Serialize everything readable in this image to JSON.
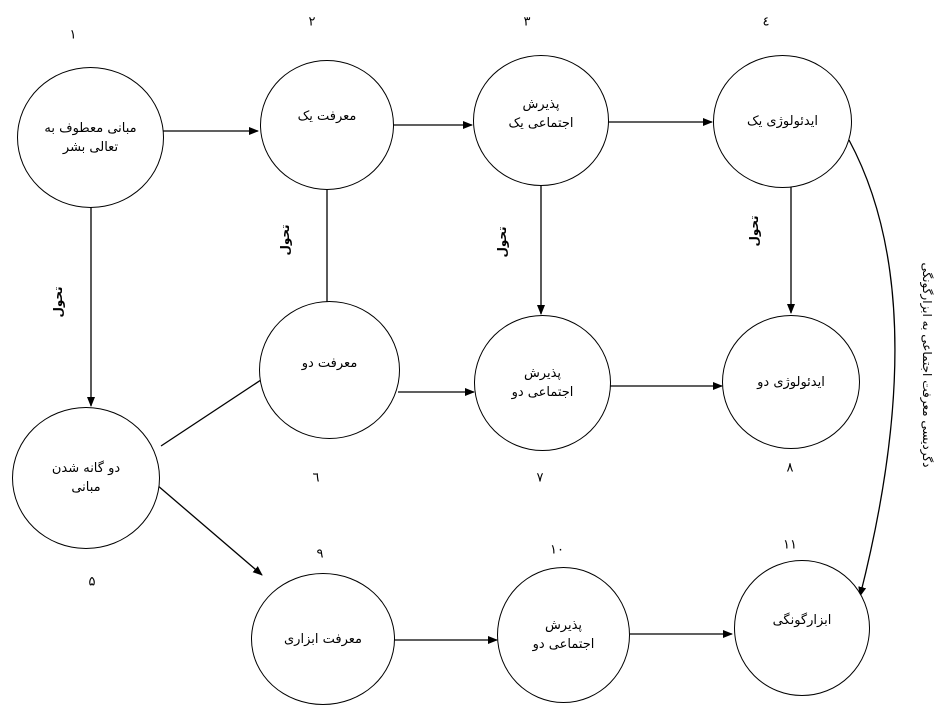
{
  "nodes": {
    "n1": {
      "number": "۱",
      "label": "مبانی معطوف به\nتعالی بشر"
    },
    "n2": {
      "number": "۲",
      "label": "معرفت یک"
    },
    "n3": {
      "number": "۳",
      "label": "پذیرش\nاجتماعی یک"
    },
    "n4": {
      "number": "٤",
      "label": "ایدئولوژی یک"
    },
    "n5": {
      "number": "۵",
      "label": "دو گانه شدن\nمبانی"
    },
    "n6": {
      "number": "٦",
      "label": "معرفت دو"
    },
    "n7": {
      "number": "۷",
      "label": "پذیرش\nاجتماعی دو"
    },
    "n8": {
      "number": "۸",
      "label": "ایدئولوژی دو"
    },
    "n9": {
      "number": "۹",
      "label": "معرفت ابزاری"
    },
    "n10": {
      "number": "۱۰",
      "label": "پذیرش\nاجتماعی دو"
    },
    "n11": {
      "number": "۱۱",
      "label": "ابزارگونگی"
    }
  },
  "edge_labels": {
    "transition": "تحول"
  },
  "side_caption": "دگردیسی معرفت اجتماعی به ابزارگونگی"
}
